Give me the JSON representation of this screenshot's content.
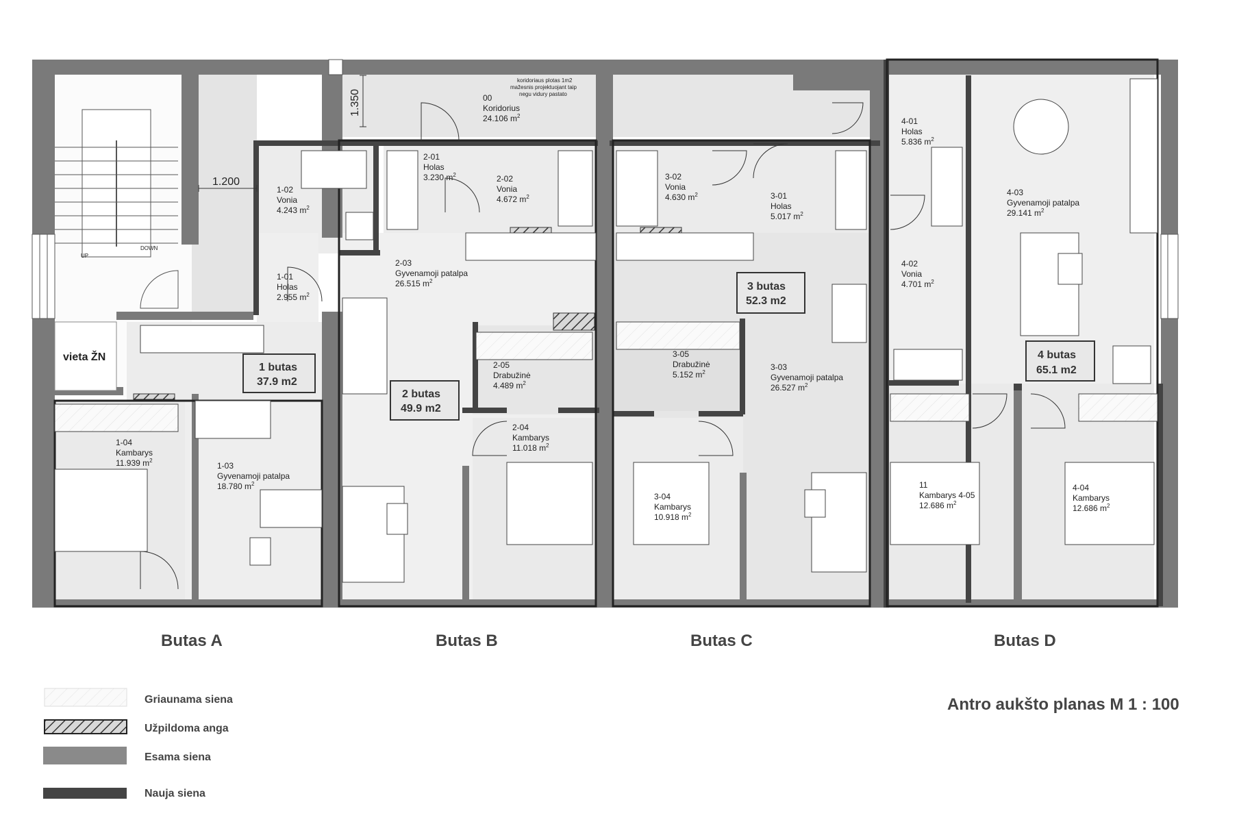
{
  "plan_title": "Antro aukšto planas M 1 : 100",
  "apartments": [
    {
      "label": "Butas A",
      "box_line1": "1 butas",
      "box_line2": "37.9 m2"
    },
    {
      "label": "Butas B",
      "box_line1": "2 butas",
      "box_line2": "49.9 m2"
    },
    {
      "label": "Butas C",
      "box_line1": "3 butas",
      "box_line2": "52.3 m2"
    },
    {
      "label": "Butas D",
      "box_line1": "4 butas",
      "box_line2": "65.1 m2"
    }
  ],
  "rooms": [
    {
      "id": "00",
      "name": "Koridorius",
      "area": "24.106"
    },
    {
      "id": "1-01",
      "name": "Holas",
      "area": "2.955"
    },
    {
      "id": "1-02",
      "name": "Vonia",
      "area": "4.243"
    },
    {
      "id": "1-03",
      "name": "Gyvenamoji patalpa",
      "area": "18.780"
    },
    {
      "id": "1-04",
      "name": "Kambarys",
      "area": "11.939"
    },
    {
      "id": "2-01",
      "name": "Holas",
      "area": "3.230"
    },
    {
      "id": "2-02",
      "name": "Vonia",
      "area": "4.672"
    },
    {
      "id": "2-03",
      "name": "Gyvenamoji patalpa",
      "area": "26.515"
    },
    {
      "id": "2-04",
      "name": "Kambarys",
      "area": "11.018"
    },
    {
      "id": "2-05",
      "name": "Drabužinė",
      "area": "4.489"
    },
    {
      "id": "3-01",
      "name": "Holas",
      "area": "5.017"
    },
    {
      "id": "3-02",
      "name": "Vonia",
      "area": "4.630"
    },
    {
      "id": "3-03",
      "name": "Gyvenamoji patalpa",
      "area": "26.527"
    },
    {
      "id": "3-04",
      "name": "Kambarys",
      "area": "10.918"
    },
    {
      "id": "3-05",
      "name": "Drabužinė",
      "area": "5.152"
    },
    {
      "id": "4-01",
      "name": "Holas",
      "area": "5.836"
    },
    {
      "id": "4-02",
      "name": "Vonia",
      "area": "4.701"
    },
    {
      "id": "4-03",
      "name": "Gyvenamoji patalpa",
      "area": "29.141"
    },
    {
      "id": "11",
      "name": "Kambarys 4-05",
      "area": "12.686"
    },
    {
      "id": "4-04",
      "name": "Kambarys",
      "area": "12.686"
    }
  ],
  "area_unit": "m",
  "area_unit_sup": "2",
  "corridor_note": [
    "koridoriaus plotas 1m2",
    "mažesnis projektuojant taip",
    "negu vidury pastato"
  ],
  "dimensions": {
    "vertical": "1.350",
    "horizontal": "1.200"
  },
  "parking_label": "vieta ŽN",
  "stair_labels": {
    "up": "UP",
    "down": "DOWN"
  },
  "legend": [
    {
      "label": "Griaunama siena",
      "swatch": "demolished"
    },
    {
      "label": "Užpildoma anga",
      "swatch": "filled-opening"
    },
    {
      "label": "Esama siena",
      "swatch": "existing"
    },
    {
      "label": "Nauja siena",
      "swatch": "new"
    }
  ],
  "colors": {
    "existing_wall": "#7a7a7a",
    "new_wall": "#444444",
    "floor_light": "#f0f0f0",
    "floor_mid": "#e2e2e2",
    "corridor": "#e6e6e6"
  }
}
